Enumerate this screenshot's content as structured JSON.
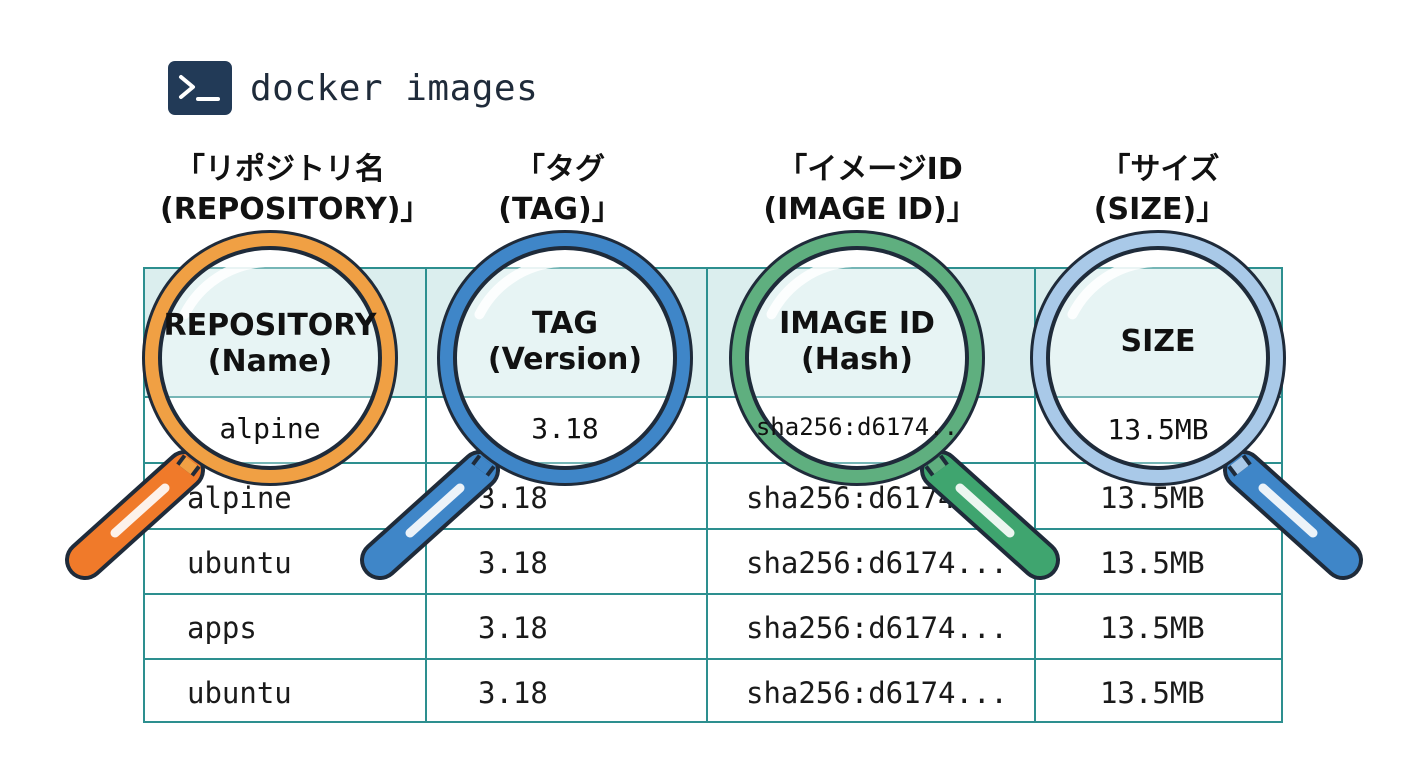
{
  "command": {
    "icon": "terminal-icon",
    "text": "docker images"
  },
  "column_labels": [
    {
      "jp": "「リポジトリ名",
      "en": "(REPOSITORY)」"
    },
    {
      "jp": "「タグ",
      "en": "(TAG)」"
    },
    {
      "jp": "「イメージID",
      "en": "(IMAGE ID)」"
    },
    {
      "jp": "「サイズ",
      "en": "(SIZE)」"
    }
  ],
  "magnifiers": [
    {
      "header_line1": "REPOSITORY",
      "header_line2": "(Name)",
      "value": "alpine",
      "color": "#f0a044",
      "handle": "#f07a2a",
      "icon": "magnifier-icon"
    },
    {
      "header_line1": "TAG",
      "header_line2": "(Version)",
      "value": "3.18",
      "color": "#3f86c8",
      "handle": "#3f86c8",
      "icon": "magnifier-icon"
    },
    {
      "header_line1": "IMAGE ID",
      "header_line2": "(Hash)",
      "value": "sha256:d6174..",
      "color": "#5faf7f",
      "handle": "#3fa56f",
      "icon": "magnifier-icon"
    },
    {
      "header_line1": "SIZE",
      "header_line2": "",
      "value": "13.5MB",
      "color": "#a9c9e8",
      "handle": "#3f86c8",
      "icon": "magnifier-icon"
    }
  ],
  "rows": [
    [
      "alpine",
      "3.18",
      "sha256:d6174...",
      "13.5MB"
    ],
    [
      "ubuntu",
      "3.18",
      "sha256:d6174...",
      "13.5MB"
    ],
    [
      "apps",
      "3.18",
      "sha256:d6174...",
      "13.5MB"
    ],
    [
      "ubuntu",
      "3.18",
      "sha256:d6174...",
      "13.5MB"
    ]
  ],
  "colors": {
    "table_border": "#2d8f8f",
    "header_bg": "#dbeeee",
    "terminal_bg": "#223a57"
  }
}
